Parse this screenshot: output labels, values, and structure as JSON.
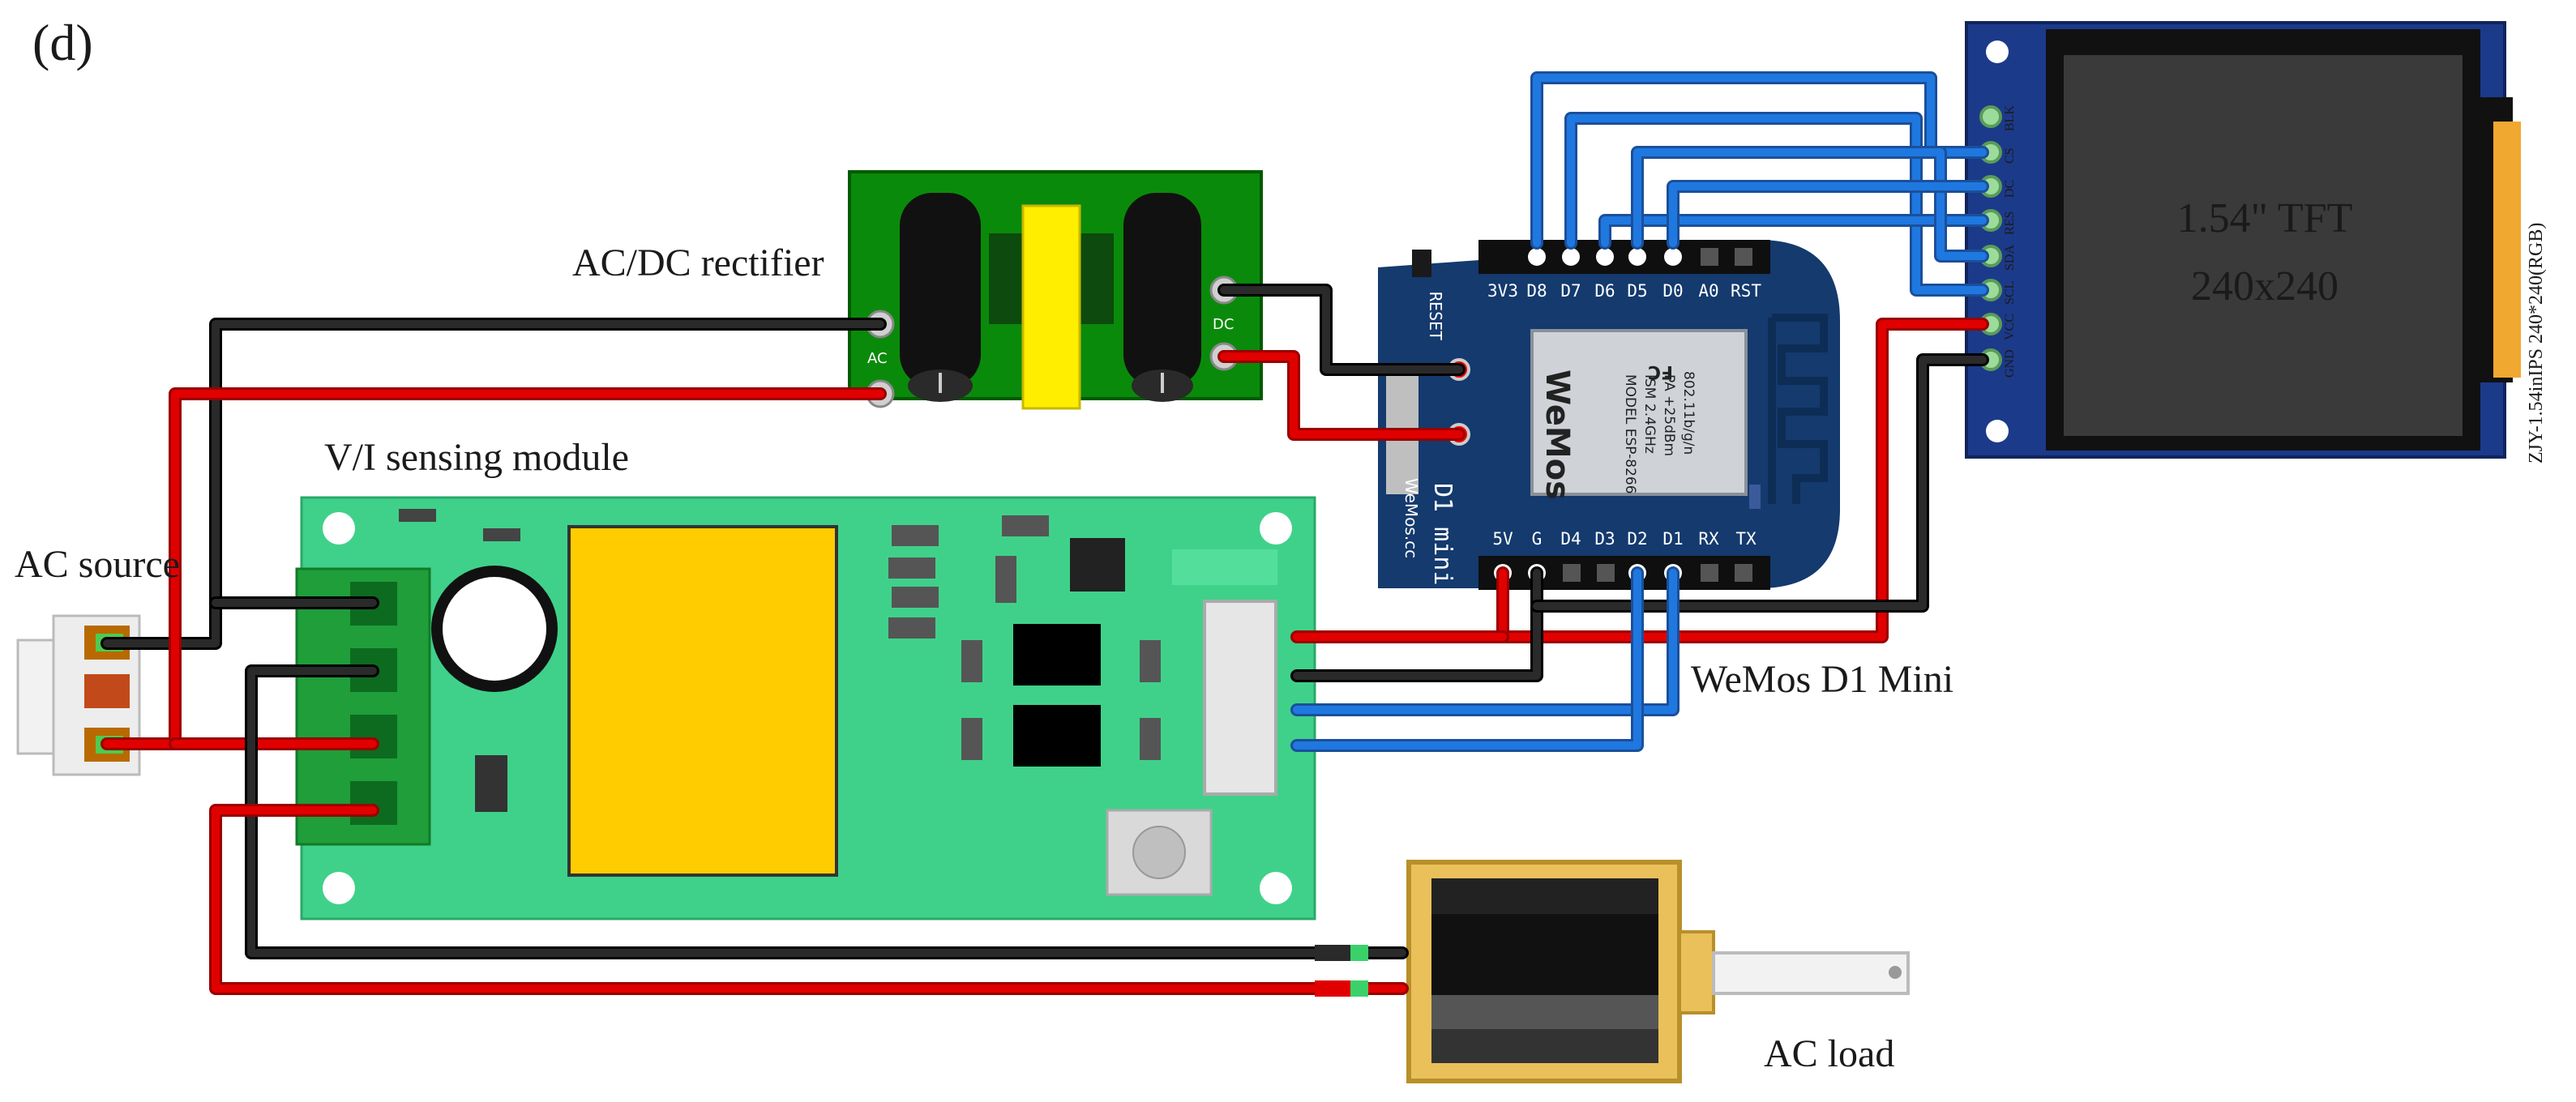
{
  "figure": {
    "panel_label": "(d)",
    "labels": {
      "rectifier": "AC/DC rectifier",
      "sensing": "V/I sensing module",
      "ac_source": "AC source",
      "wemos": "WeMos D1 Mini",
      "ac_load": "AC load"
    }
  },
  "rectifier": {
    "ac_mark": "AC",
    "dc_mark": "DC"
  },
  "wemos": {
    "reset_label": "RESET",
    "board_name": "D1 mini",
    "site": "WeMos.cc",
    "top_pins": [
      "3V3",
      "D8",
      "D7",
      "D6",
      "D5",
      "D0",
      "A0",
      "RST"
    ],
    "bottom_pins": [
      "5V",
      "G",
      "D4",
      "D3",
      "D2",
      "D1",
      "RX",
      "TX"
    ],
    "module": {
      "brand": "WeMos",
      "model": "MODEL ESP-8266",
      "band": "ISM 2.4GHz",
      "power": "PA +25dBm",
      "std": "802.11b/g/n",
      "fc": "FC"
    }
  },
  "tft": {
    "title": "1.54\" TFT",
    "resolution": "240x240",
    "side_text": "ZJY-1.54inIPS 240*240(RGB)",
    "pins": [
      "BLK",
      "CS",
      "DC",
      "RES",
      "SDA",
      "SCL",
      "VCC",
      "GND"
    ]
  },
  "colors": {
    "board_green": "#008200",
    "sensing_green": "#3fd18a",
    "wemos_blue": "#143a6e",
    "tft_blue": "#1c3a8a",
    "wire_red": "#e10000",
    "wire_black": "#1a1a1a",
    "wire_blue": "#1b6fd6"
  }
}
